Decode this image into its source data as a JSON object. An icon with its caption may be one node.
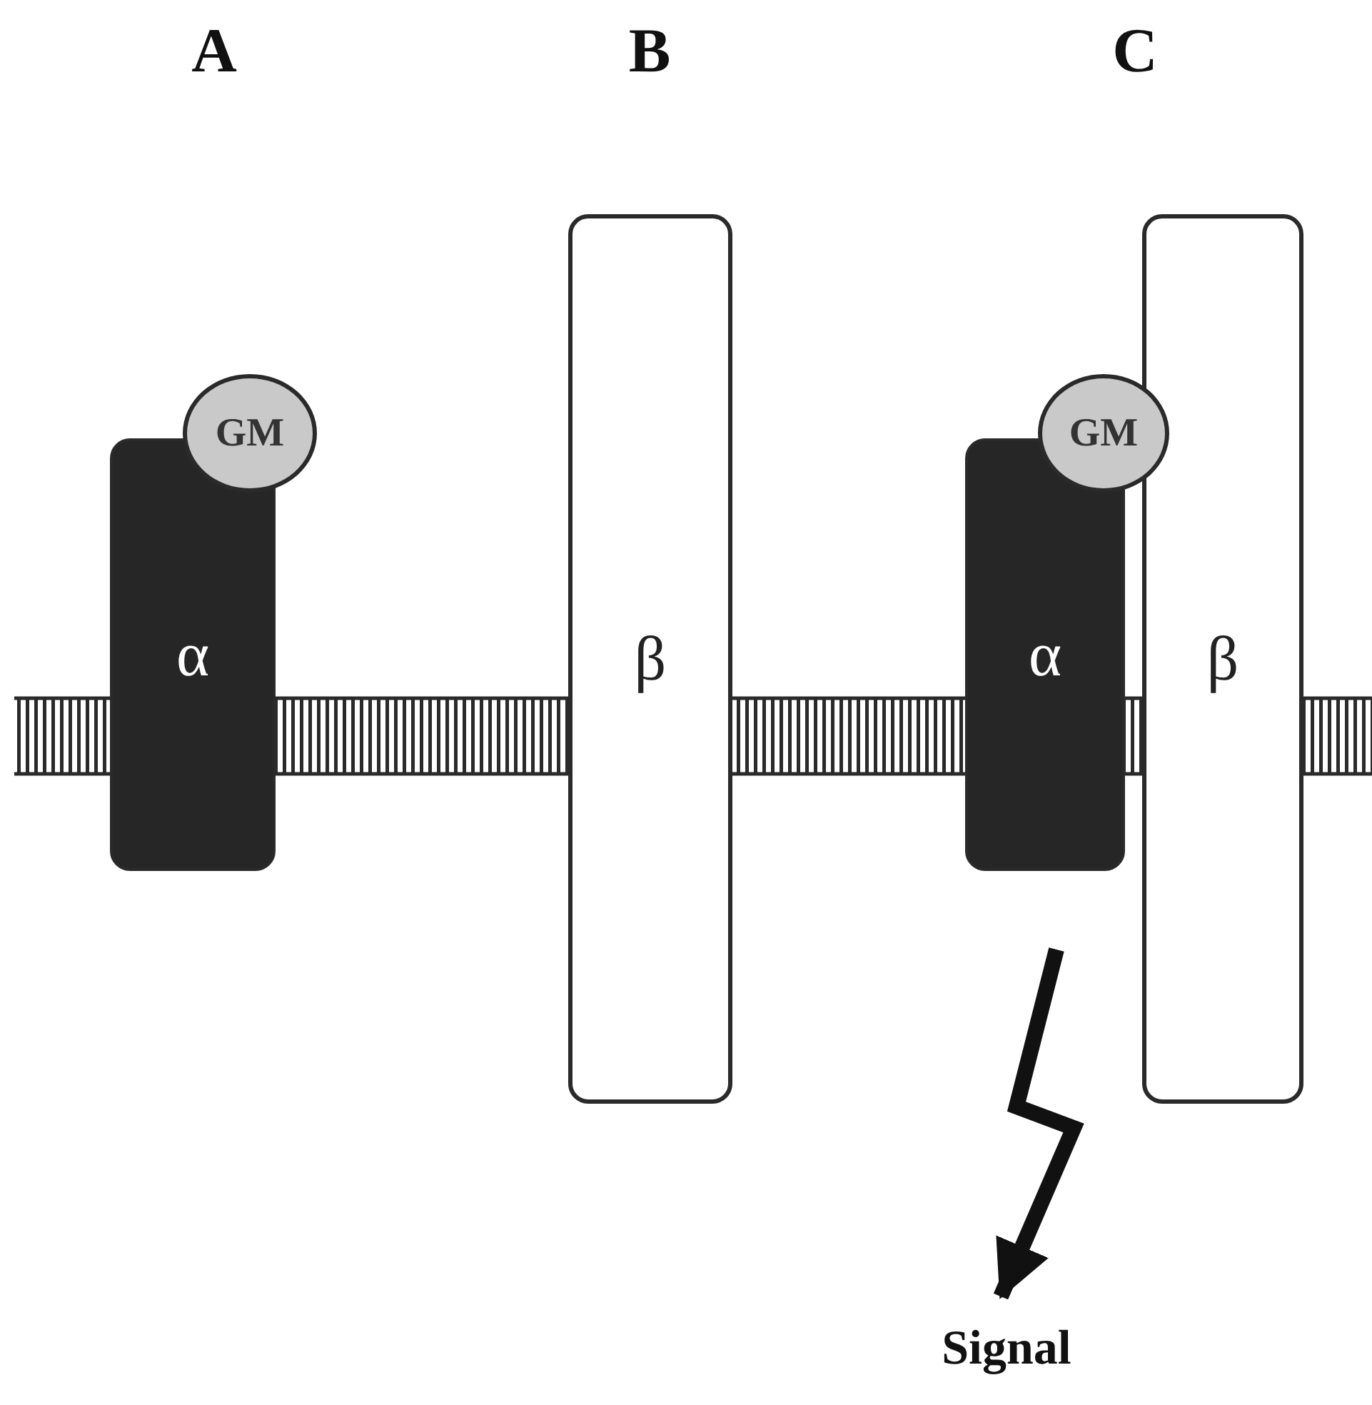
{
  "diagram": {
    "nodes": [
      {
        "text": [
          "α"
        ]
      },
      {
        "text": [
          "GM"
        ]
      },
      {
        "text": [
          "β"
        ]
      },
      {
        "text": [
          "α"
        ]
      },
      {
        "text": [
          "GM"
        ]
      },
      {
        "text": [
          "β"
        ]
      },
      {
        "text": [
          "Signal"
        ]
      }
    ],
    "edges": [
      {
        "from": null,
        "to": 6,
        "arrow": "to"
      }
    ],
    "labels": [
      "A",
      "B",
      "C"
    ]
  }
}
